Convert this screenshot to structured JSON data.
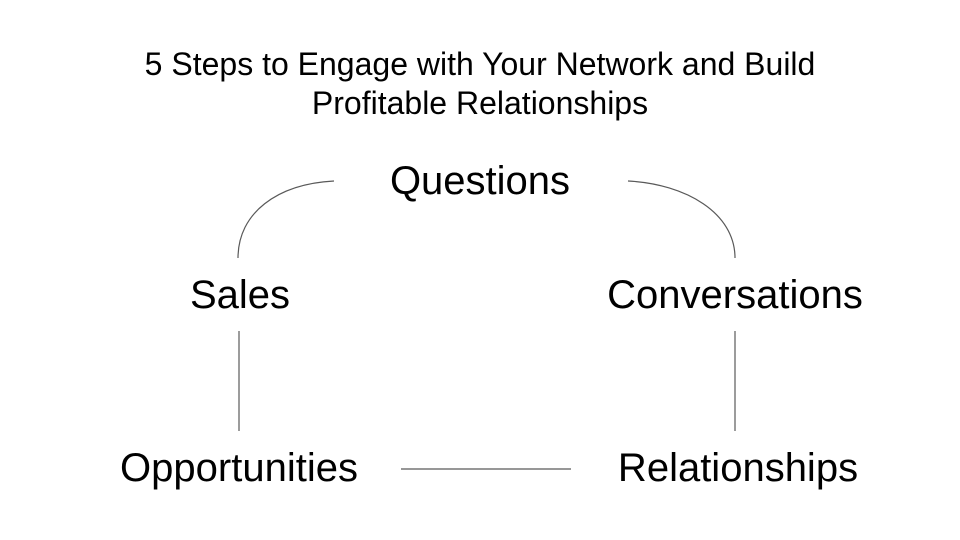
{
  "slide": {
    "background_color": "#ffffff",
    "text_color": "#000000",
    "connector_color": "#595959",
    "title": {
      "full": "5 Steps to Engage with Your Network and Build Profitable Relationships",
      "line1": "5 Steps to Engage with Your Network and Build",
      "line2": "Profitable Relationships"
    }
  },
  "diagram": {
    "type": "cycle",
    "node_count": 5,
    "nodes": [
      {
        "id": "questions",
        "label": "Questions",
        "position": "top"
      },
      {
        "id": "conversations",
        "label": "Conversations",
        "position": "right-middle"
      },
      {
        "id": "relationships",
        "label": "Relationships",
        "position": "bottom-right"
      },
      {
        "id": "opportunities",
        "label": "Opportunities",
        "position": "bottom-left"
      },
      {
        "id": "sales",
        "label": "Sales",
        "position": "left-middle"
      }
    ],
    "connectors": [
      {
        "id": "sales-to-questions",
        "style": "arc"
      },
      {
        "id": "questions-to-conversations",
        "style": "arc"
      },
      {
        "id": "conversations-to-relationships",
        "style": "vertical-line"
      },
      {
        "id": "relationships-to-opportunities",
        "style": "horizontal-line"
      },
      {
        "id": "opportunities-to-sales",
        "style": "vertical-line"
      }
    ]
  }
}
